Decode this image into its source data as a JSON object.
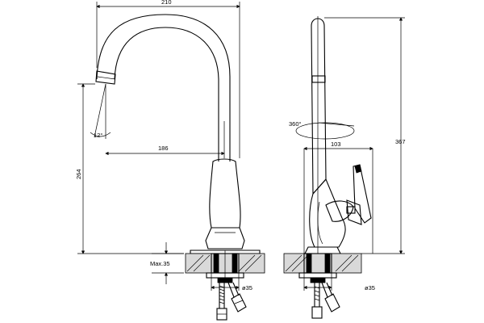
{
  "dimensions": {
    "overall_width": "210",
    "spout_reach": "186",
    "spout_height": "264",
    "spout_angle": "12°",
    "mount_thickness": "Max.35",
    "hole_diameter_front": "ø35",
    "total_height": "367",
    "base_to_lever": "103",
    "rotation": "360°",
    "hole_diameter_side": "ø35"
  }
}
